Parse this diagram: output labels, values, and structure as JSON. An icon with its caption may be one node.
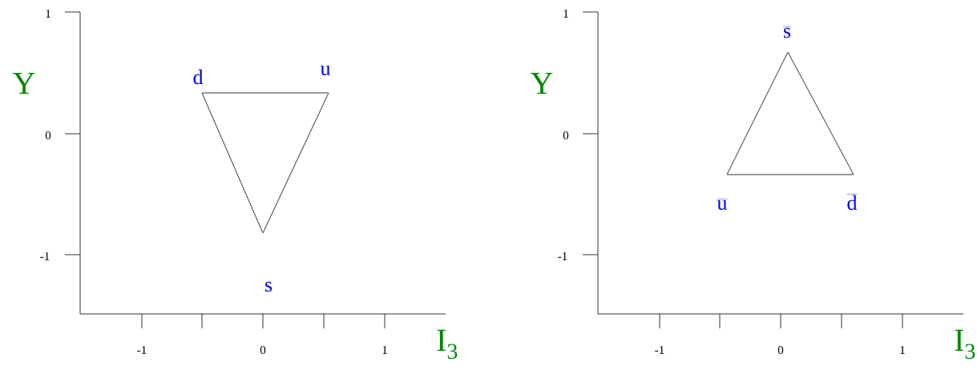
{
  "diagram": {
    "nodes": [
      {
        "text": [
          "d"
        ]
      },
      {
        "text": [
          "u"
        ]
      },
      {
        "text": [
          "s"
        ]
      },
      {
        "text": [
          "\\overline{\\mathrm{s}}"
        ]
      },
      {
        "text": [
          "\\overline{\\mathrm{u}}"
        ]
      },
      {
        "text": [
          "\\overline{\\mathrm{d}}"
        ]
      }
    ],
    "edges": [
      {
        "from": 0,
        "to": 1,
        "arrow": "none"
      },
      {
        "from": 1,
        "to": 2,
        "arrow": "none"
      },
      {
        "from": 2,
        "to": 0,
        "arrow": "none"
      },
      {
        "from": 3,
        "to": 5,
        "arrow": "none"
      },
      {
        "from": 5,
        "to": 4,
        "arrow": "none"
      },
      {
        "from": 4,
        "to": 3,
        "arrow": "none"
      }
    ],
    "labels": [
      "1",
      "Y",
      "0",
      "-1",
      "-1",
      "0",
      "1",
      "I$_{3}$",
      "1",
      "Y",
      "0",
      "-1",
      "-1",
      "0",
      "1",
      "I$_{3}$"
    ]
  }
}
